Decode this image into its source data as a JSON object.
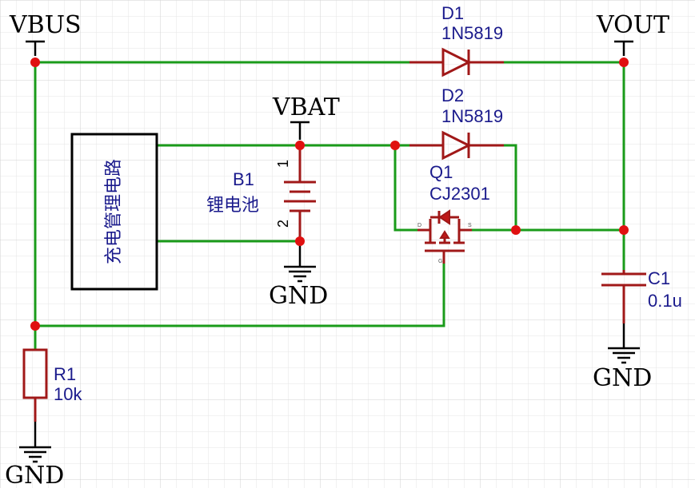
{
  "nets": {
    "vbus": "VBUS",
    "vout": "VOUT",
    "vbat": "VBAT",
    "gnd": "GND"
  },
  "components": {
    "d1": {
      "ref": "D1",
      "value": "1N5819"
    },
    "d2": {
      "ref": "D2",
      "value": "1N5819"
    },
    "q1": {
      "ref": "Q1",
      "value": "CJ2301",
      "pins": {
        "drain": "D",
        "source": "S",
        "gate": "G"
      }
    },
    "b1": {
      "ref": "B1",
      "value": "锂电池",
      "pin1": "1",
      "pin2": "2"
    },
    "c1": {
      "ref": "C1",
      "value": "0.1u"
    },
    "r1": {
      "ref": "R1",
      "value": "10k"
    },
    "charger": {
      "label": "充电管理电路"
    }
  },
  "colors": {
    "wire": "#1a9b1a",
    "component": "#a01818",
    "junction": "#e01010",
    "label": "#1a1a8c",
    "net_label": "#000000"
  }
}
